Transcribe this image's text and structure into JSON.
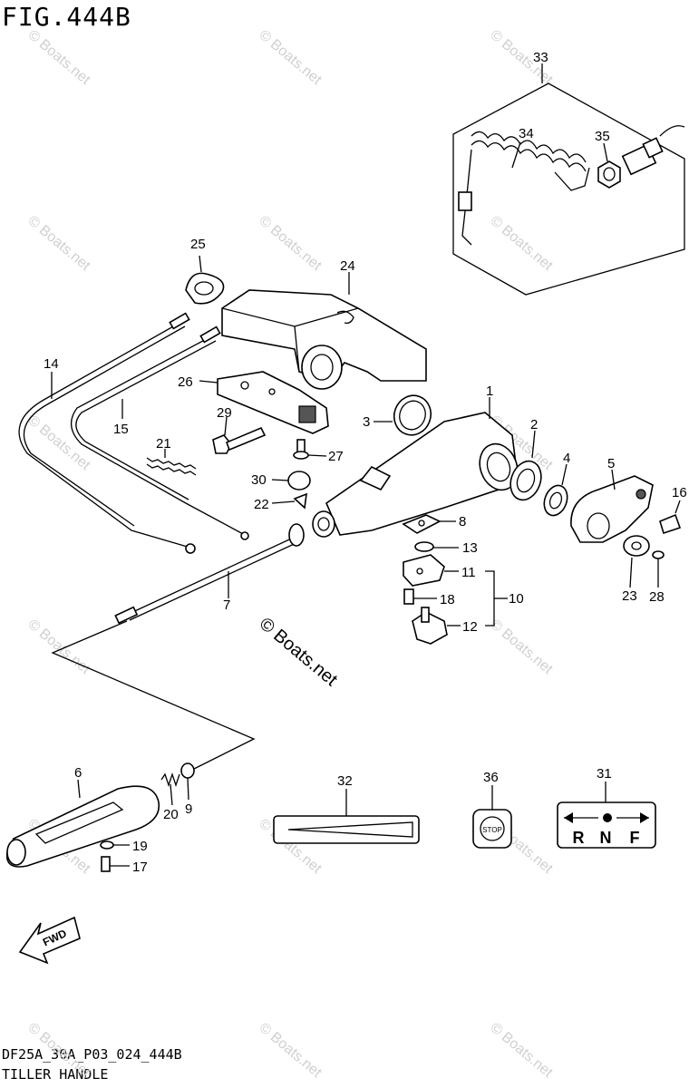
{
  "figure": {
    "title": "FIG.444B",
    "code": "DF25A_30A_P03_024_444B",
    "name": "TILLER HANDLE"
  },
  "watermark": "© Boats.net",
  "callouts": {
    "c1": "1",
    "c2": "2",
    "c3": "3",
    "c4": "4",
    "c5": "5",
    "c6": "6",
    "c7": "7",
    "c8": "8",
    "c9": "9",
    "c10": "10",
    "c11": "11",
    "c12": "12",
    "c13": "13",
    "c14": "14",
    "c15": "15",
    "c16": "16",
    "c17": "17",
    "c18": "18",
    "c19": "19",
    "c20": "20",
    "c21": "21",
    "c22": "22",
    "c23": "23",
    "c24": "24",
    "c25": "25",
    "c26": "26",
    "c27": "27",
    "c28": "28",
    "c29": "29",
    "c30": "30",
    "c31": "31",
    "c32": "32",
    "c33": "33",
    "c34": "34",
    "c35": "35",
    "c36": "36"
  },
  "labels": {
    "fwd": "FWD",
    "stop": "STOP",
    "shift_r": "R",
    "shift_n": "N",
    "shift_f": "F"
  }
}
